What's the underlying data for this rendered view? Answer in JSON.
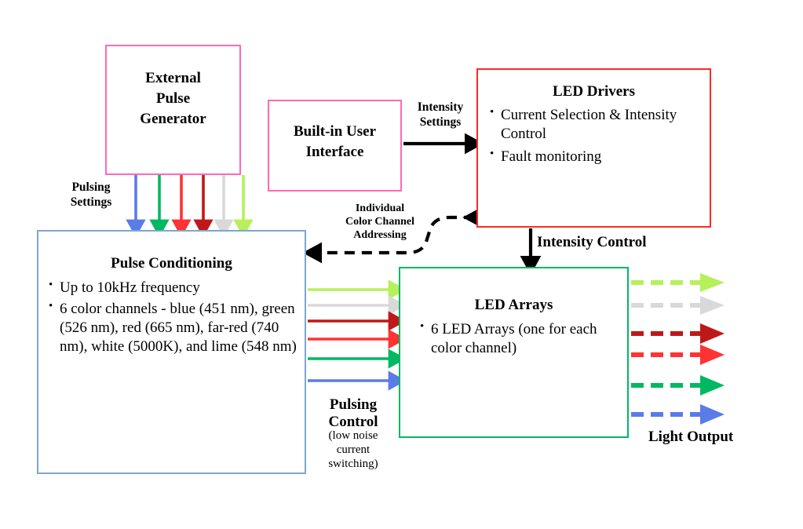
{
  "diagram": {
    "title": "LED lighting system block diagram",
    "boxes": {
      "external_pulse_generator": {
        "title": "External\nPulse\nGenerator",
        "title_lines": [
          "External",
          "Pulse",
          "Generator"
        ],
        "border_color": "#FF69B4"
      },
      "built_in_user_interface": {
        "title": "Built-in User\nInterface",
        "title_lines": [
          "Built-in User",
          "Interface"
        ],
        "border_color": "#FF69B4"
      },
      "led_drivers": {
        "title": "LED Drivers",
        "border_color": "#FF2A20",
        "bullets": [
          "Current Selection & Intensity Control",
          "Fault monitoring"
        ]
      },
      "pulse_conditioning": {
        "title": "Pulse Conditioning",
        "border_color": "#7BA7D0",
        "bullets": [
          "Up to 10kHz frequency",
          "6 color channels - blue (451 nm), green (526 nm), red (665 nm), far-red (740 nm), white (5000K), and lime (548 nm)"
        ]
      },
      "led_arrays": {
        "title": "LED Arrays",
        "border_color": "#00B862",
        "bullets": [
          "6 LED Arrays (one for each color channel)"
        ]
      }
    },
    "labels": {
      "pulsing_settings": "Pulsing\nSettings",
      "pulsing_settings_lines": [
        "Pulsing",
        "Settings"
      ],
      "intensity_settings": "Intensity\nSettings",
      "intensity_settings_lines": [
        "Intensity",
        "Settings"
      ],
      "individual_color_channel_addressing": "Individual\nColor Channel\nAddressing",
      "individual_color_channel_addressing_lines": [
        "Individual",
        "Color Channel",
        "Addressing"
      ],
      "intensity_control": "Intensity Control",
      "pulsing_control": "Pulsing\nControl",
      "pulsing_control_lines": [
        "Pulsing",
        "Control"
      ],
      "pulsing_control_sub": "(low noise current switching)",
      "pulsing_control_sub_lines": [
        "(low noise",
        "current",
        "switching)"
      ],
      "light_output": "Light Output"
    },
    "channels": {
      "names": [
        "blue",
        "green",
        "red",
        "far-red",
        "white",
        "lime"
      ],
      "wavelengths": [
        "451 nm",
        "526 nm",
        "665 nm",
        "740 nm",
        "5000K",
        "548 nm"
      ],
      "colors": {
        "blue": "#5B7BE8",
        "green": "#00B862",
        "red": "#FF3333",
        "far_red": "#C01818",
        "white": "#D9D9D9",
        "lime": "#B6F05A"
      }
    },
    "vertical_arrow_colors": [
      "#5B7BE8",
      "#00B862",
      "#FF3333",
      "#C01818",
      "#D9D9D9",
      "#B6F05A"
    ],
    "horizontal_arrow_colors": [
      "#B6F05A",
      "#D9D9D9",
      "#C01818",
      "#FF3333",
      "#00B862",
      "#5B7BE8"
    ],
    "output_arrow_colors": [
      "#B6F05A",
      "#D9D9D9",
      "#C01818",
      "#FF3333",
      "#00B862",
      "#5B7BE8"
    ],
    "black": "#000000"
  }
}
